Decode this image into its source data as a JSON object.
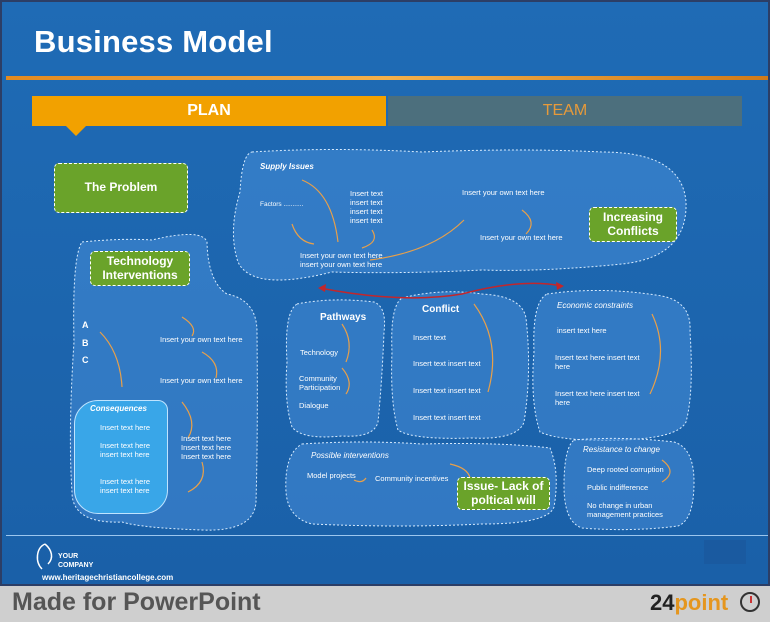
{
  "title": "Business Model",
  "tabs": {
    "plan": "PLAN",
    "team": "TEAM"
  },
  "boxes": {
    "problem": "The Problem",
    "tech": "Technology Interventions",
    "conflicts": "Increasing Conflicts",
    "issue": "Issue- Lack of poltical will"
  },
  "supply": {
    "heading": "Supply Issues",
    "factors": "Factors ...........",
    "insert_text_list": [
      "Insert text",
      "insert text",
      "insert text",
      "insert text"
    ],
    "bottom": [
      "Insert your own text here",
      "insert your own text here"
    ],
    "right_top": "Insert your own text here",
    "right_mid": "Insert your own text here"
  },
  "tech_panel": {
    "letters": [
      "A",
      "B",
      "C"
    ],
    "text1": "Insert your own text here",
    "text2": "Insert your own text here",
    "consequences_heading": "Consequences",
    "consequences": [
      "Insert text here",
      "Insert text here",
      "insert text here",
      "Insert text here",
      "insert text here"
    ],
    "side": [
      "Insert text here",
      "Insert text here",
      "Insert text here"
    ]
  },
  "pathways": {
    "heading": "Pathways",
    "items": [
      "Technology",
      "Community",
      "Participation",
      "Dialogue"
    ]
  },
  "conflict": {
    "heading": "Conflict",
    "items": [
      "Insert text",
      "Insert text insert text",
      "Insert text insert text",
      "Insert text insert text"
    ]
  },
  "economic": {
    "heading": "Economic constraints",
    "items": [
      "insert text here",
      "Insert text here insert text",
      "here",
      "Insert text here insert text",
      "here"
    ]
  },
  "interventions": {
    "heading": "Possible interventions",
    "model": "Model projects",
    "community": "Community incentives"
  },
  "resistance": {
    "heading": "Resistance to change",
    "items": [
      "Deep rooted corruption",
      "Public indifference",
      "No change in urban",
      "management practices"
    ]
  },
  "logo": {
    "line1": "YOUR",
    "line2": "COMPANY",
    "url": "www.heritagechristiancollege.com"
  },
  "footer": {
    "made": "Made for PowerPoint",
    "brand_num": "24",
    "brand_word": "point"
  },
  "colors": {
    "orange": "#f2a100",
    "green": "#6aa32a",
    "blue": "#1f6bb5",
    "arrow": "#e8a04a"
  }
}
